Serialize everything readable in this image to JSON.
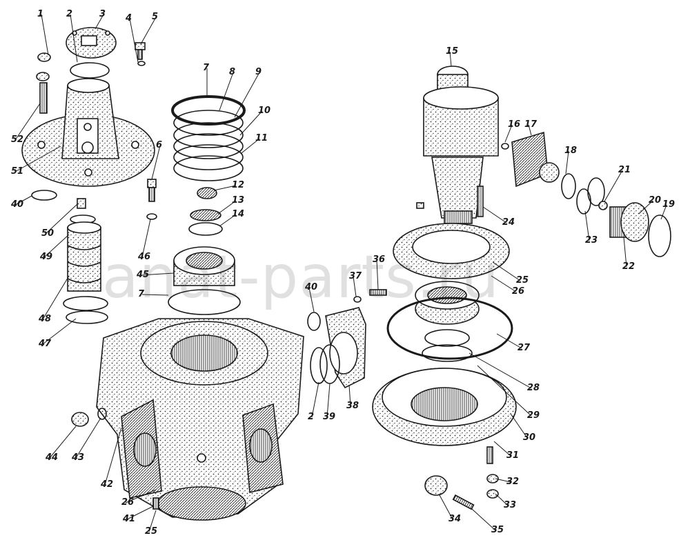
{
  "watermark": "anat-parts.ru",
  "colors": {
    "ink": "#1a1a1a",
    "paper": "#ffffff",
    "shade": "#555555",
    "watermark": "#3c3c3c"
  },
  "part_numbers": [
    "1",
    "2",
    "3",
    "4",
    "5",
    "52",
    "51",
    "40",
    "50",
    "49",
    "48",
    "47",
    "7",
    "8",
    "9",
    "10",
    "11",
    "12",
    "13",
    "14",
    "45",
    "46",
    "6",
    "7",
    "37",
    "36",
    "40",
    "2",
    "39",
    "38",
    "44",
    "43",
    "42",
    "26",
    "41",
    "25",
    "15",
    "16",
    "17",
    "18",
    "21",
    "20",
    "19",
    "22",
    "23",
    "24",
    "25",
    "26",
    "27",
    "28",
    "29",
    "30",
    "31",
    "32",
    "33",
    "34",
    "35"
  ]
}
